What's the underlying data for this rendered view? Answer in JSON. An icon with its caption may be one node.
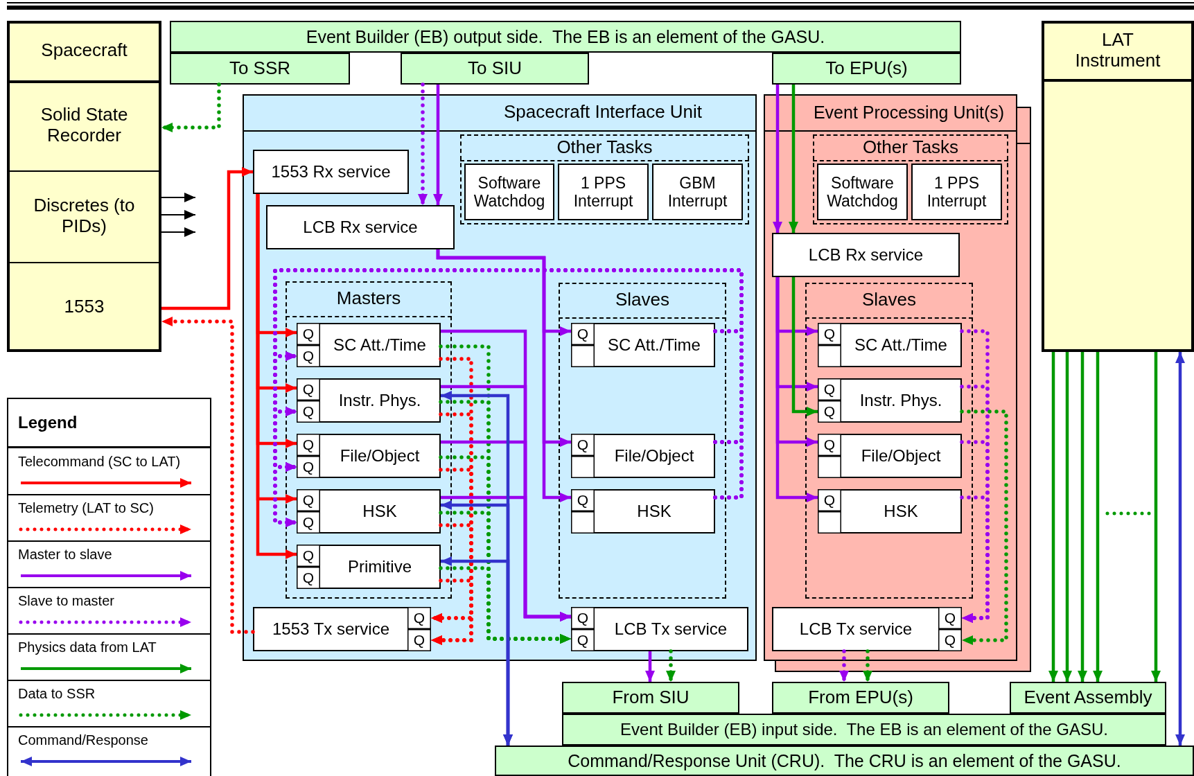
{
  "diagram": {
    "nodes": [
      {
        "text": [
          "Spacecraft"
        ]
      },
      {
        "text": [
          "Solid State Recorder"
        ],
        "in": 0
      },
      {
        "text": [
          "Discretes (to PIDs)"
        ],
        "in": 0
      },
      {
        "text": [
          "1553"
        ],
        "in": 0
      },
      {
        "text": [
          "Event Builder (EB) output side.  The EB is an element of the GASU."
        ]
      },
      {
        "text": [
          "To SSR"
        ]
      },
      {
        "text": [
          "To SIU"
        ]
      },
      {
        "text": [
          "To EPU(s)"
        ]
      },
      {
        "text": [
          "LAT Instrument"
        ]
      },
      {
        "text": [
          "Spacecraft Interface Unit"
        ]
      },
      {
        "text": [
          "Other Tasks"
        ],
        "in": 9
      },
      {
        "text": [
          "Software Watchdog"
        ],
        "in": 10
      },
      {
        "text": [
          "1 PPS Interrupt"
        ],
        "in": 10
      },
      {
        "text": [
          "GBM Interrupt"
        ],
        "in": 10
      },
      {
        "text": [
          "1553 Rx service"
        ],
        "in": 9
      },
      {
        "text": [
          "LCB Rx service"
        ],
        "in": 9
      },
      {
        "text": [
          "Masters"
        ],
        "in": 9
      },
      {
        "text": [
          "Q",
          "Q",
          "SC Att./Time"
        ],
        "in": 16
      },
      {
        "text": [
          "Q",
          "Q",
          "Instr. Phys."
        ],
        "in": 16
      },
      {
        "text": [
          "Q",
          "Q",
          "File/Object"
        ],
        "in": 16
      },
      {
        "text": [
          "Q",
          "Q",
          "HSK"
        ],
        "in": 16
      },
      {
        "text": [
          "Q",
          "Q",
          "Primitive"
        ],
        "in": 16
      },
      {
        "text": [
          "Slaves"
        ],
        "in": 9
      },
      {
        "text": [
          "Q",
          "SC Att./Time"
        ],
        "in": 22
      },
      {
        "text": [
          "Q",
          "File/Object"
        ],
        "in": 22
      },
      {
        "text": [
          "Q",
          "HSK"
        ],
        "in": 22
      },
      {
        "text": [
          "1553 Tx service",
          "Q",
          "Q"
        ],
        "in": 9
      },
      {
        "text": [
          "Q",
          "Q",
          "LCB Tx service"
        ],
        "in": 9
      },
      {
        "text": [
          "Event Processing Unit(s)"
        ]
      },
      {
        "text": [
          "Other Tasks"
        ],
        "in": 28
      },
      {
        "text": [
          "Software Watchdog"
        ],
        "in": 29
      },
      {
        "text": [
          "1 PPS Interrupt"
        ],
        "in": 29
      },
      {
        "text": [
          "LCB Rx service"
        ],
        "in": 28
      },
      {
        "text": [
          "Slaves"
        ],
        "in": 28
      },
      {
        "text": [
          "Q",
          "SC Att./Time"
        ],
        "in": 33
      },
      {
        "text": [
          "Q",
          "Q",
          "Instr. Phys."
        ],
        "in": 33
      },
      {
        "text": [
          "Q",
          "File/Object"
        ],
        "in": 33
      },
      {
        "text": [
          "Q",
          "HSK"
        ],
        "in": 33
      },
      {
        "text": [
          "LCB Tx service",
          "Q",
          "Q"
        ],
        "in": 28
      },
      {
        "text": [
          "From SIU"
        ]
      },
      {
        "text": [
          "From EPU(s)"
        ]
      },
      {
        "text": [
          "Event Assembly"
        ]
      },
      {
        "text": [
          "Event Builder (EB) input side.  The EB is an element of the GASU."
        ]
      },
      {
        "text": [
          "Command/Response Unit (CRU).  The CRU is an element of the GASU."
        ]
      }
    ],
    "edges": [
      {
        "from": 3,
        "to": 14,
        "arrow": "to",
        "color": "#ff0000"
      },
      {
        "from": 14,
        "to": 17,
        "arrow": "to",
        "color": "#ff0000"
      },
      {
        "from": 14,
        "to": 18,
        "arrow": "to",
        "color": "#ff0000"
      },
      {
        "from": 14,
        "to": 19,
        "arrow": "to",
        "color": "#ff0000"
      },
      {
        "from": 14,
        "to": 20,
        "arrow": "to",
        "color": "#ff0000"
      },
      {
        "from": 14,
        "to": 21,
        "arrow": "to",
        "color": "#ff0000"
      },
      {
        "from": 26,
        "to": 3,
        "arrow": "to",
        "style": "dashed",
        "color": "#ff0000"
      },
      {
        "from": 17,
        "to": 26,
        "arrow": "to",
        "style": "dashed",
        "color": "#ff0000"
      },
      {
        "from": 18,
        "to": 26,
        "arrow": "to",
        "style": "dashed",
        "color": "#ff0000"
      },
      {
        "from": 19,
        "to": 26,
        "arrow": "to",
        "style": "dashed",
        "color": "#ff0000"
      },
      {
        "from": 20,
        "to": 26,
        "arrow": "to",
        "style": "dashed",
        "color": "#ff0000"
      },
      {
        "from": 21,
        "to": 26,
        "arrow": "to",
        "style": "dashed",
        "color": "#ff0000"
      },
      {
        "from": 5,
        "to": 1,
        "arrow": "to",
        "style": "dashed",
        "color": "#009900"
      },
      {
        "from": 17,
        "to": 27,
        "arrow": "to",
        "style": "dashed",
        "color": "#009900"
      },
      {
        "from": 18,
        "to": 27,
        "arrow": "to",
        "style": "dashed",
        "color": "#009900"
      },
      {
        "from": 19,
        "to": 27,
        "arrow": "to",
        "style": "dashed",
        "color": "#009900"
      },
      {
        "from": 20,
        "to": 27,
        "arrow": "to",
        "style": "dashed",
        "color": "#009900"
      },
      {
        "from": 21,
        "to": 27,
        "arrow": "to",
        "style": "dashed",
        "color": "#009900"
      },
      {
        "from": 17,
        "to": 27,
        "arrow": "to",
        "color": "#9900ee"
      },
      {
        "from": 18,
        "to": 27,
        "arrow": "to",
        "color": "#9900ee"
      },
      {
        "from": 19,
        "to": 27,
        "arrow": "to",
        "color": "#9900ee"
      },
      {
        "from": 20,
        "to": 27,
        "arrow": "to",
        "color": "#9900ee"
      },
      {
        "from": 18,
        "to": 43,
        "arrow": "both",
        "color": "#3333cc"
      },
      {
        "from": 20,
        "to": 43,
        "arrow": "both",
        "color": "#3333cc"
      },
      {
        "from": 21,
        "to": 43,
        "arrow": "both",
        "color": "#3333cc"
      },
      {
        "from": 6,
        "to": 15,
        "arrow": "to",
        "style": "dashed",
        "color": "#9900ee"
      },
      {
        "from": 6,
        "to": 15,
        "arrow": "to",
        "color": "#9900ee"
      },
      {
        "from": 15,
        "to": 23,
        "arrow": "to",
        "color": "#9900ee"
      },
      {
        "from": 15,
        "to": 24,
        "arrow": "to",
        "color": "#9900ee"
      },
      {
        "from": 15,
        "to": 25,
        "arrow": "to",
        "color": "#9900ee"
      },
      {
        "from": 23,
        "to": 17,
        "arrow": "to",
        "style": "dashed",
        "color": "#9900ee"
      },
      {
        "from": 23,
        "to": 18,
        "arrow": "to",
        "style": "dashed",
        "color": "#9900ee"
      },
      {
        "from": 23,
        "to": 19,
        "arrow": "to",
        "style": "dashed",
        "color": "#9900ee"
      },
      {
        "from": 23,
        "to": 20,
        "arrow": "to",
        "style": "dashed",
        "color": "#9900ee"
      },
      {
        "from": 24,
        "to": 17,
        "arrow": "to",
        "style": "dashed",
        "color": "#9900ee"
      },
      {
        "from": 24,
        "to": 18,
        "arrow": "to",
        "style": "dashed",
        "color": "#9900ee"
      },
      {
        "from": 24,
        "to": 19,
        "arrow": "to",
        "style": "dashed",
        "color": "#9900ee"
      },
      {
        "from": 24,
        "to": 20,
        "arrow": "to",
        "style": "dashed",
        "color": "#9900ee"
      },
      {
        "from": 25,
        "to": 17,
        "arrow": "to",
        "style": "dashed",
        "color": "#9900ee"
      },
      {
        "from": 25,
        "to": 18,
        "arrow": "to",
        "style": "dashed",
        "color": "#9900ee"
      },
      {
        "from": 25,
        "to": 19,
        "arrow": "to",
        "style": "dashed",
        "color": "#9900ee"
      },
      {
        "from": 25,
        "to": 20,
        "arrow": "to",
        "style": "dashed",
        "color": "#9900ee"
      },
      {
        "from": 7,
        "to": 32,
        "arrow": "to",
        "color": "#9900ee"
      },
      {
        "from": 7,
        "to": 32,
        "arrow": "to",
        "color": "#009900"
      },
      {
        "from": 32,
        "to": 34,
        "arrow": "to",
        "color": "#9900ee"
      },
      {
        "from": 32,
        "to": 35,
        "arrow": "to",
        "color": "#9900ee"
      },
      {
        "from": 32,
        "to": 36,
        "arrow": "to",
        "color": "#9900ee"
      },
      {
        "from": 32,
        "to": 37,
        "arrow": "to",
        "color": "#9900ee"
      },
      {
        "from": 32,
        "to": 35,
        "arrow": "to",
        "color": "#009900"
      },
      {
        "from": 34,
        "to": 38,
        "arrow": "to",
        "style": "dashed",
        "color": "#9900ee"
      },
      {
        "from": 35,
        "to": 38,
        "arrow": "to",
        "style": "dashed",
        "color": "#9900ee"
      },
      {
        "from": 36,
        "to": 38,
        "arrow": "to",
        "style": "dashed",
        "color": "#9900ee"
      },
      {
        "from": 37,
        "to": 38,
        "arrow": "to",
        "style": "dashed",
        "color": "#9900ee"
      },
      {
        "from": 35,
        "to": 38,
        "arrow": "to",
        "style": "dashed",
        "color": "#009900"
      },
      {
        "from": 27,
        "to": 39,
        "arrow": "to",
        "color": "#9900ee"
      },
      {
        "from": 27,
        "to": 39,
        "arrow": "to",
        "style": "dashed",
        "color": "#009900"
      },
      {
        "from": 38,
        "to": 40,
        "arrow": "to",
        "style": "dashed",
        "color": "#9900ee"
      },
      {
        "from": 38,
        "to": 40,
        "arrow": "to",
        "style": "dashed",
        "color": "#009900"
      },
      {
        "from": 8,
        "to": 41,
        "arrow": "to",
        "color": "#009900"
      },
      {
        "from": 8,
        "to": 41,
        "arrow": "to",
        "color": "#009900"
      },
      {
        "from": 8,
        "to": 41,
        "arrow": "to",
        "color": "#009900"
      },
      {
        "from": 8,
        "to": 41,
        "arrow": "to",
        "color": "#009900"
      },
      {
        "from": 8,
        "to": 41,
        "arrow": "to",
        "color": "#009900"
      },
      {
        "from": 43,
        "to": 8,
        "arrow": "both",
        "color": "#3333cc"
      },
      {
        "from": 2,
        "to": null,
        "arrow": "to",
        "color": "#000000"
      },
      {
        "from": 2,
        "to": null,
        "arrow": "to",
        "color": "#000000"
      },
      {
        "from": 2,
        "to": null,
        "arrow": "to",
        "color": "#000000"
      }
    ],
    "labels": [
      "Legend"
    ],
    "legend": [
      {
        "text": "Telecommand (SC to LAT)"
      },
      {
        "text": "Telemetry (LAT to SC)"
      },
      {
        "text": "Master to slave"
      },
      {
        "text": "Slave to master"
      },
      {
        "text": "Physics data from LAT"
      },
      {
        "text": "Data to SSR"
      },
      {
        "text": "Command/Response"
      }
    ]
  }
}
